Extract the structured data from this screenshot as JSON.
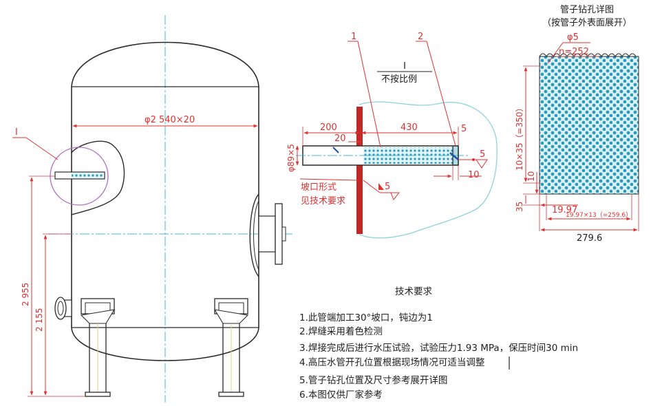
{
  "vessel": {
    "diameter_label": "φ2 540×20",
    "detail_marker": "I",
    "height_total": "2 955",
    "height_lower": "2 155"
  },
  "detail": {
    "marker_1": "1",
    "marker_2": "2",
    "title": "I",
    "subtitle": "不按比例",
    "dim_200": "200",
    "dim_430": "430",
    "dim_5_top": "5",
    "dim_20": "20",
    "dim_pipe": "φ89×5",
    "weld_5_right": "5",
    "dim_10": "10",
    "weld_5_lower": "5",
    "note_line1": "坡口形式",
    "note_line2": "见技术要求"
  },
  "drill": {
    "title_line1": "管子钻孔详图",
    "title_line2": "（按管子外表面展开）",
    "hole_dia": "φ5",
    "hole_count": "n=252",
    "dim_height": "10×35（=350）",
    "dim_10": "10",
    "dim_35": "35",
    "dim_1997": "19.97",
    "dim_pitch": "19.97×13（=259.6）",
    "dim_width": "279.6"
  },
  "requirements": {
    "heading": "技术要求",
    "items": [
      "1.此管端加工30°坡口，钝边为1",
      "2.焊缝采用着色检测",
      "3.焊接完成后进行水压试验，试验压力1.93 MPa，保压时间30 min",
      "4.高压水管开孔位置根据现场情况可适当调整",
      "5.管子钻孔位置及尺寸参考展开详图",
      "6.本图仅供厂家参考"
    ]
  },
  "colors": {
    "outline": "#2a2a2a",
    "dimension": "#e03030",
    "centerline": "#40b8d8",
    "detail_circle": "#b070c0",
    "cloud": "#8fd0e0",
    "flange": "#c02828",
    "holes": "#2a9ab8"
  }
}
